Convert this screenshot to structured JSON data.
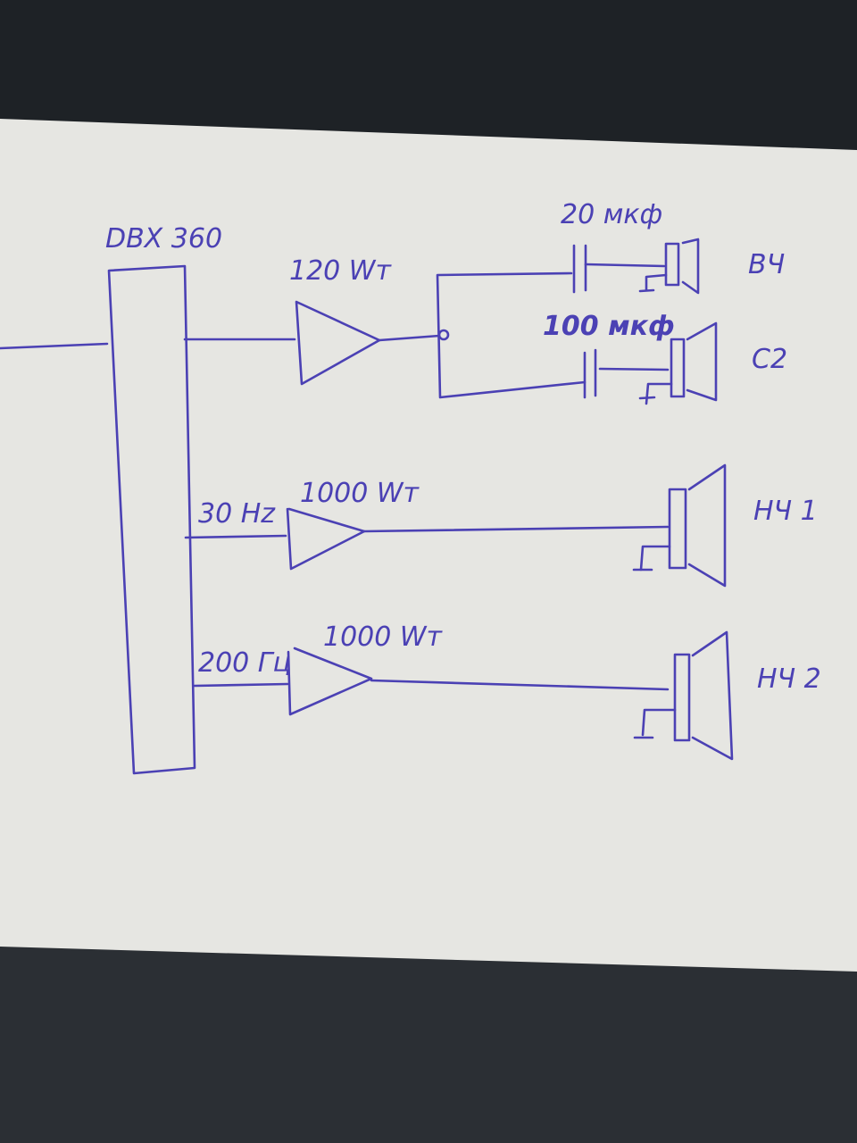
{
  "colors": {
    "ink": "#4b41b4",
    "paper": "#e6e6e2",
    "background": "#1e2226"
  },
  "processor": {
    "label": "DBX 360"
  },
  "channels": [
    {
      "amp_power": "120 Wт",
      "outputs": [
        {
          "capacitor": "20 мкф",
          "speaker": "ВЧ"
        },
        {
          "capacitor": "100 мкф",
          "speaker": "С2"
        }
      ]
    },
    {
      "frequency": "30 Hz",
      "amp_power": "1000 Wт",
      "speaker": "НЧ 1"
    },
    {
      "frequency": "200 Гц",
      "amp_power": "1000 Wт",
      "speaker": "НЧ 2"
    }
  ]
}
